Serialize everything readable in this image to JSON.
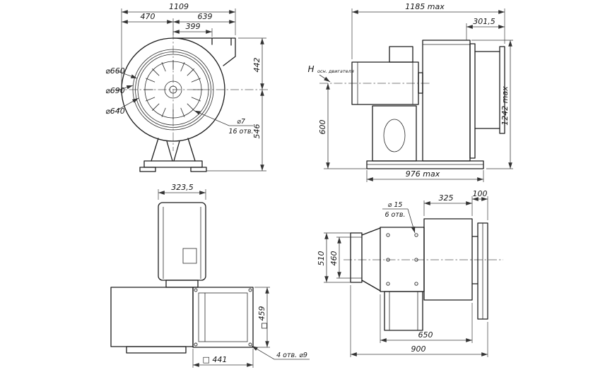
{
  "front_view": {
    "dim_width_total": "1109",
    "dim_470": "470",
    "dim_639": "639",
    "dim_399": "399",
    "dia_660": "⌀660",
    "dia_690": "⌀690",
    "dia_640": "⌀640",
    "dim_442": "442",
    "dim_546": "546",
    "hole_dia": "⌀7",
    "hole_count": "16 отв."
  },
  "side_view": {
    "dim_length_max": "1185 max",
    "dim_301_5": "301,5",
    "axis_height_symbol": "H",
    "axis_height_note": "осн. двигателя",
    "dim_600": "600",
    "dim_976": "976 max",
    "dim_1242": "1242 max"
  },
  "rear_view": {
    "dim_323_5": "323,5",
    "dim_459": "459",
    "dim_441": "□ 441",
    "holes_note": "4 отв. ⌀9"
  },
  "plan_view": {
    "hole_dia": "⌀ 15",
    "hole_count": "6 отв.",
    "dim_325": "325",
    "dim_100": "100",
    "dim_510": "510",
    "dim_460": "460",
    "dim_650": "650",
    "dim_900": "900"
  }
}
